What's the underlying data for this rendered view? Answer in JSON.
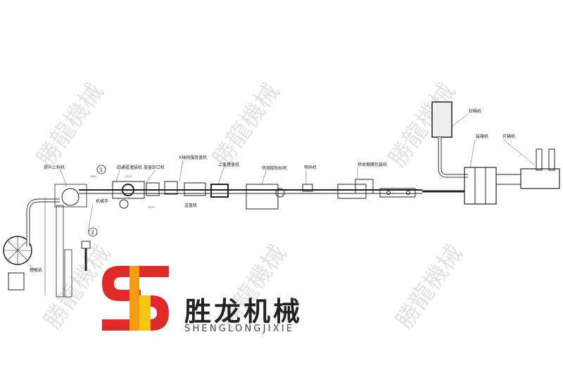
{
  "watermark": "勝龍機械",
  "brand": {
    "name_cn": "胜龙机械",
    "name_en": "SHENGLONGJIXIE",
    "colors": {
      "red": "#e02a2a",
      "orange": "#f39c12",
      "yellow": "#f5c518"
    }
  },
  "diagram": {
    "labels": [
      {
        "text": "理瓶机"
      },
      {
        "text": "提升上料机"
      },
      {
        "text": "四通道灌装机"
      },
      {
        "text": "旋盖封口机"
      },
      {
        "text": "X轴伺服旋盖机"
      },
      {
        "text": "上盖理盖机"
      },
      {
        "text": "送盖机"
      },
      {
        "text": "热熔胶贴标机"
      },
      {
        "text": "喷码机"
      },
      {
        "text": "热收缩膜包装机"
      },
      {
        "text": "封箱机"
      },
      {
        "text": "装箱机"
      },
      {
        "text": "开箱机"
      },
      {
        "text": "机械手"
      }
    ],
    "markers": [
      "1",
      "2"
    ],
    "dimensions": [
      "3000",
      "1200",
      "3000"
    ]
  }
}
